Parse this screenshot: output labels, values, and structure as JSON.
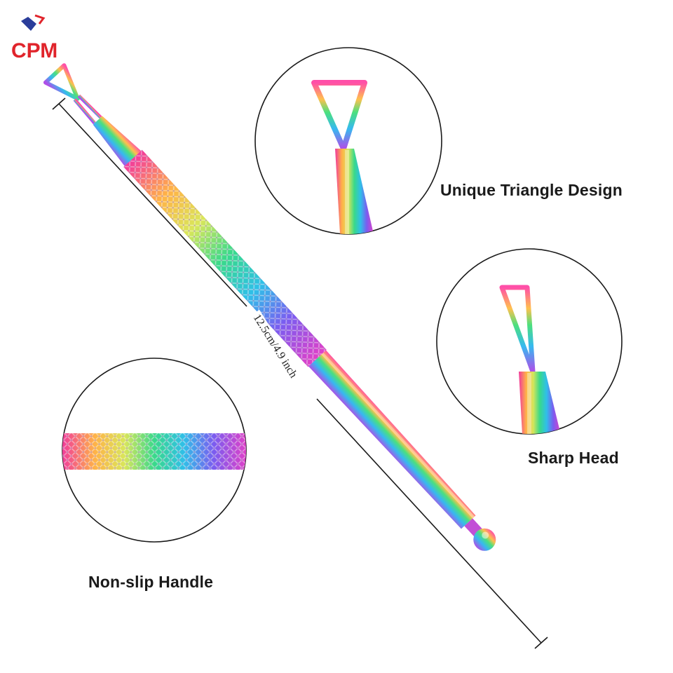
{
  "logo": {
    "text": "CPM"
  },
  "features": {
    "triangle": "Unique Triangle Design",
    "sharp": "Sharp Head",
    "handle": "Non-slip Handle"
  },
  "dimension": {
    "label": "12.5cm/4.9 inch"
  },
  "colors": {
    "background": "#ffffff",
    "logo_red": "#e0242b",
    "logo_blue": "#2a3d9a",
    "circle_stroke": "#1a1a1a",
    "label_text": "#1a1a1a"
  }
}
